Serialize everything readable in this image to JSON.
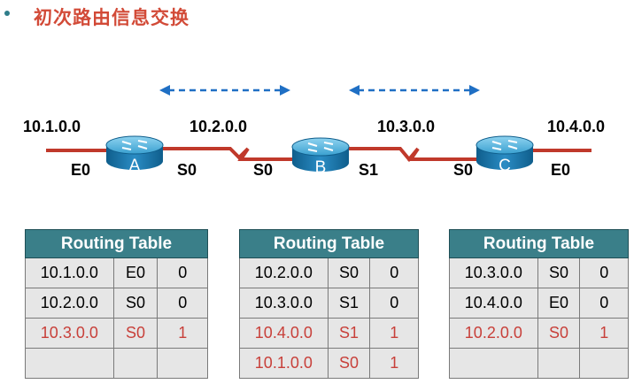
{
  "title": "初次路由信息交换",
  "network_labels": [
    "10.1.0.0",
    "10.2.0.0",
    "10.3.0.0",
    "10.4.0.0"
  ],
  "routers": [
    {
      "name": "A",
      "left_interface": "E0",
      "right_interface": "S0"
    },
    {
      "name": "B",
      "left_interface": "S0",
      "right_interface": "S1"
    },
    {
      "name": "C",
      "left_interface": "S0",
      "right_interface": "E0"
    }
  ],
  "colors": {
    "title": "#d24a37",
    "link": "#c0392b",
    "arrow": "#1f6fc4",
    "table_header": "#3a7f89",
    "learned_route": "#c8403a"
  },
  "tables": [
    {
      "header": "Routing Table",
      "rows": [
        {
          "net": "10.1.0.0",
          "iface": "E0",
          "hops": "0",
          "learned": false
        },
        {
          "net": "10.2.0.0",
          "iface": "S0",
          "hops": "0",
          "learned": false
        },
        {
          "net": "10.3.0.0",
          "iface": "S0",
          "hops": "1",
          "learned": true
        },
        {
          "net": "",
          "iface": "",
          "hops": "",
          "learned": false
        }
      ]
    },
    {
      "header": "Routing Table",
      "rows": [
        {
          "net": "10.2.0.0",
          "iface": "S0",
          "hops": "0",
          "learned": false
        },
        {
          "net": "10.3.0.0",
          "iface": "S1",
          "hops": "0",
          "learned": false
        },
        {
          "net": "10.4.0.0",
          "iface": "S1",
          "hops": "1",
          "learned": true
        },
        {
          "net": "10.1.0.0",
          "iface": "S0",
          "hops": "1",
          "learned": true
        }
      ]
    },
    {
      "header": "Routing Table",
      "rows": [
        {
          "net": "10.3.0.0",
          "iface": "S0",
          "hops": "0",
          "learned": false
        },
        {
          "net": "10.4.0.0",
          "iface": "E0",
          "hops": "0",
          "learned": false
        },
        {
          "net": "10.2.0.0",
          "iface": "S0",
          "hops": "1",
          "learned": true
        },
        {
          "net": "",
          "iface": "",
          "hops": "",
          "learned": false
        }
      ]
    }
  ]
}
